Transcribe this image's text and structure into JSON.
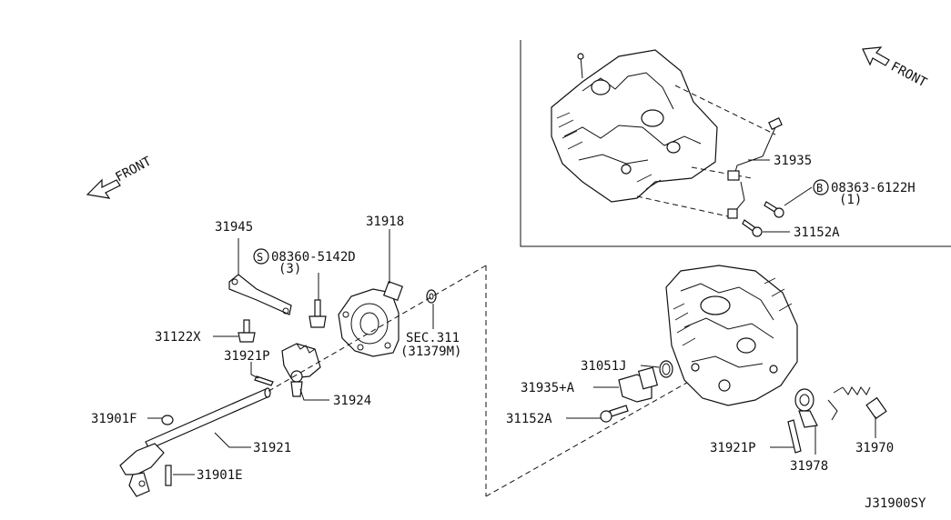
{
  "labels": {
    "front_top": "FRONT",
    "front_left": "FRONT",
    "p31935": "31935",
    "b_bolt": "08363-6122H",
    "b_qty": "(1)",
    "b_symbol": "B",
    "p31152A_top": "31152A",
    "p31945": "31945",
    "p31918": "31918",
    "s_bolt": "08360-5142D",
    "s_qty": "(3)",
    "s_symbol": "S",
    "p31122X": "31122X",
    "sec_311": "SEC.311",
    "sec_ref": "(31379M)",
    "p31921P_left": "31921P",
    "p31924": "31924",
    "p31901F": "31901F",
    "p31921": "31921",
    "p31901E": "31901E",
    "p31051J": "31051J",
    "p31935A": "31935+A",
    "p31152A_bottom": "31152A",
    "p31921P_right": "31921P",
    "p31978": "31978",
    "p31970": "31970",
    "diagram_code": "J31900SY"
  }
}
